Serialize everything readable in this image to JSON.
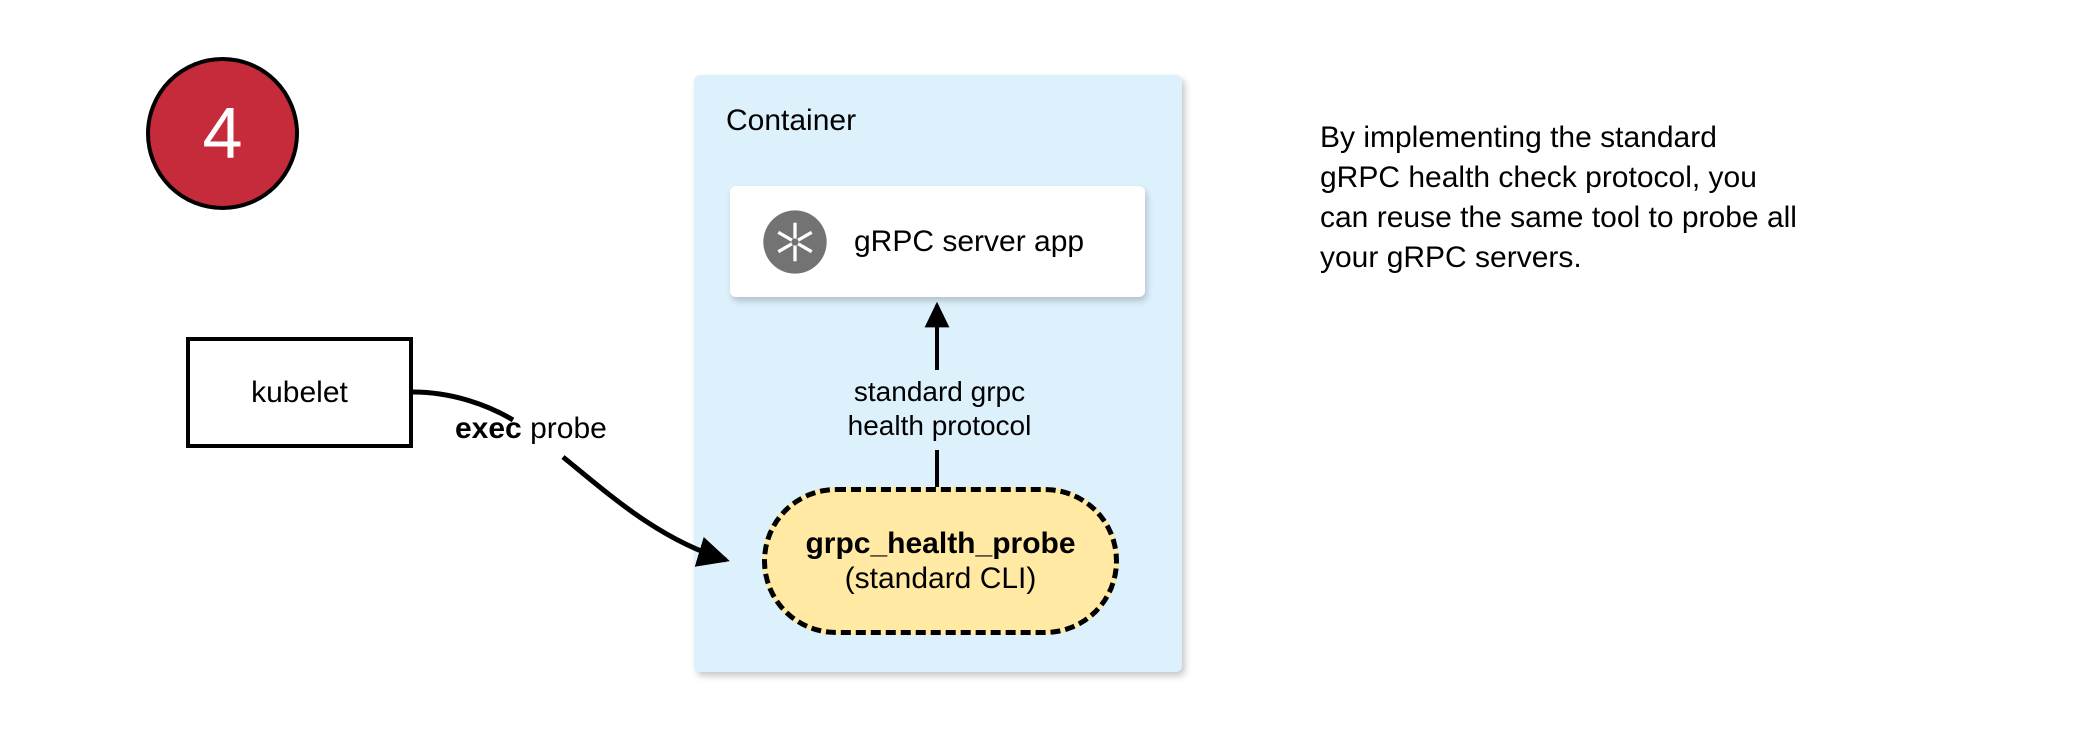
{
  "step": {
    "number": "4"
  },
  "nodes": {
    "kubelet": {
      "label": "kubelet"
    },
    "container": {
      "title": "Container",
      "fill_color": "#ddf1fd"
    },
    "server_app": {
      "label": "gRPC server app",
      "icon": "aperture-icon",
      "icon_color": "#737373"
    },
    "probe": {
      "title": "grpc_health_probe",
      "subtitle": "(standard CLI)",
      "fill_color": "#ffe9a3",
      "border_style": "dashed"
    }
  },
  "edges": {
    "exec_probe": {
      "label_bold": "exec",
      "label_rest": " probe"
    },
    "protocol": {
      "line1": "standard grpc",
      "line2": "health protocol"
    }
  },
  "note": {
    "line1": "By implementing the standard",
    "line2": "gRPC health check protocol, you",
    "line3": "can reuse the same tool to probe all",
    "line4": "your gRPC servers."
  },
  "colors": {
    "badge_red": "#c62b3c",
    "container_blue": "#ddf1fd",
    "probe_yellow": "#ffe9a3",
    "stroke_black": "#000000",
    "icon_grey": "#737373"
  }
}
